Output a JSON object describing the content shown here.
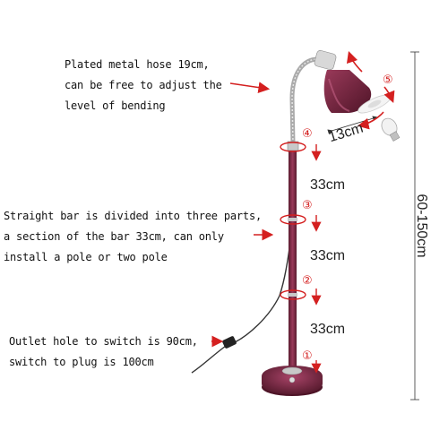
{
  "annotations": {
    "hose": [
      "Plated metal hose 19cm,",
      "can be free to adjust the",
      "level of bending"
    ],
    "bar": [
      "Straight bar is divided into three parts,",
      "a section of the bar 33cm, can only",
      "install a pole or two pole"
    ],
    "outlet": [
      "Outlet hole to switch is 90cm,",
      "switch to plug is 100cm"
    ]
  },
  "dimensions": {
    "shade": "13cm",
    "section_top": "33cm",
    "section_middle": "33cm",
    "section_bottom": "33cm",
    "total_height": "60-150cm"
  },
  "markers": [
    "①",
    "②",
    "③",
    "④",
    "⑤"
  ],
  "colors": {
    "lamp_body": "#7a2a44",
    "arrow_red": "#d42020",
    "chrome": "#c8c8c8"
  }
}
